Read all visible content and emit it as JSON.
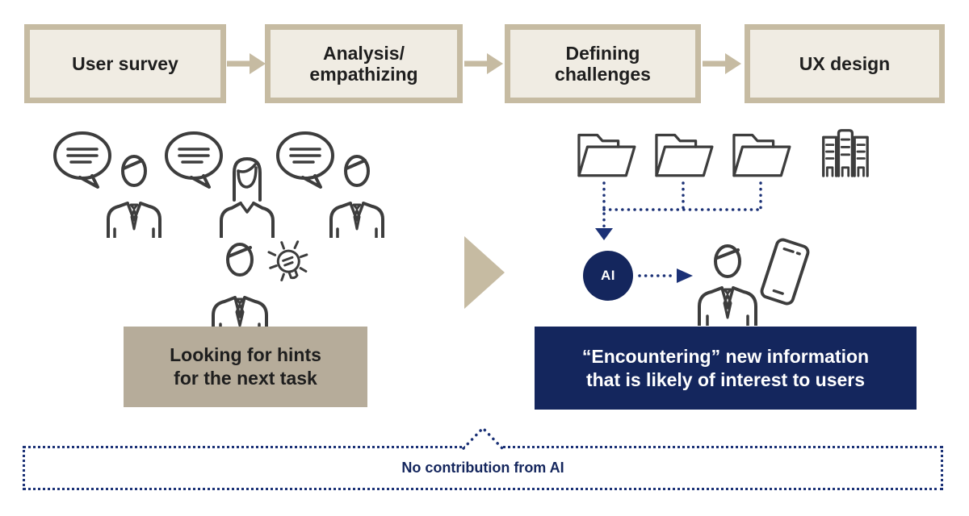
{
  "process_flow": {
    "steps": [
      {
        "label": "User survey"
      },
      {
        "label": "Analysis/\nempathizing"
      },
      {
        "label": "Defining\nchallenges"
      },
      {
        "label": "UX design"
      }
    ]
  },
  "left_scene": {
    "caption": "Looking for hints\nfor the next task",
    "icons": [
      "speech-bubble",
      "businessman",
      "businesswoman",
      "businessman",
      "lightbulb"
    ]
  },
  "right_scene": {
    "caption": "“Encountering” new information\nthat is likely of interest to users",
    "ai_badge": "AI",
    "icons": [
      "open-folder",
      "open-folder",
      "open-folder",
      "buildings",
      "businessman",
      "smartphone"
    ]
  },
  "bottom_note": {
    "label": "No contribution from AI"
  },
  "colors": {
    "box_fill_cream": "#f0ece3",
    "box_border_tan": "#c6bba2",
    "caption_tan": "#b6ac9a",
    "navy": "#14265d",
    "dotted_navy": "#1b3176",
    "icon_stroke": "#3d3d3d",
    "text_dark": "#1e1e1e"
  }
}
